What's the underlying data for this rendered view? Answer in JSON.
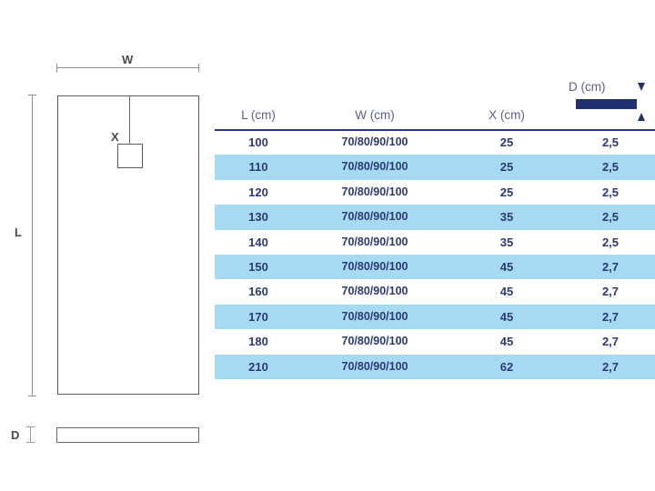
{
  "drawing": {
    "width_label": "W",
    "length_label": "L",
    "drain_label": "X",
    "depth_label": "D",
    "line_color": "#8d8d8d",
    "outline_color": "#5a5a5a"
  },
  "table": {
    "headers": {
      "l": "L (cm)",
      "w": "W (cm)",
      "x": "X (cm)",
      "d": "D (cm)"
    },
    "accent_color": "#2b3a77",
    "alt_row_color": "#a6daf2",
    "rows": [
      {
        "l": "100",
        "w": "70/80/90/100",
        "x": "25",
        "d": "2,5",
        "alt": false
      },
      {
        "l": "110",
        "w": "70/80/90/100",
        "x": "25",
        "d": "2,5",
        "alt": true
      },
      {
        "l": "120",
        "w": "70/80/90/100",
        "x": "25",
        "d": "2,5",
        "alt": false
      },
      {
        "l": "130",
        "w": "70/80/90/100",
        "x": "35",
        "d": "2,5",
        "alt": true
      },
      {
        "l": "140",
        "w": "70/80/90/100",
        "x": "35",
        "d": "2,5",
        "alt": false
      },
      {
        "l": "150",
        "w": "70/80/90/100",
        "x": "45",
        "d": "2,7",
        "alt": true
      },
      {
        "l": "160",
        "w": "70/80/90/100",
        "x": "45",
        "d": "2,7",
        "alt": false
      },
      {
        "l": "170",
        "w": "70/80/90/100",
        "x": "45",
        "d": "2,7",
        "alt": true
      },
      {
        "l": "180",
        "w": "70/80/90/100",
        "x": "45",
        "d": "2,7",
        "alt": false
      },
      {
        "l": "210",
        "w": "70/80/90/100",
        "x": "62",
        "d": "2,7",
        "alt": true
      }
    ]
  },
  "chart_data": {
    "type": "table",
    "title": "",
    "columns": [
      "L (cm)",
      "W (cm)",
      "X (cm)",
      "D (cm)"
    ],
    "rows": [
      [
        "100",
        "70/80/90/100",
        "25",
        "2,5"
      ],
      [
        "110",
        "70/80/90/100",
        "25",
        "2,5"
      ],
      [
        "120",
        "70/80/90/100",
        "25",
        "2,5"
      ],
      [
        "130",
        "70/80/90/100",
        "35",
        "2,5"
      ],
      [
        "140",
        "70/80/90/100",
        "35",
        "2,5"
      ],
      [
        "150",
        "70/80/90/100",
        "45",
        "2,7"
      ],
      [
        "160",
        "70/80/90/100",
        "45",
        "2,7"
      ],
      [
        "170",
        "70/80/90/100",
        "45",
        "2,7"
      ],
      [
        "180",
        "70/80/90/100",
        "45",
        "2,7"
      ],
      [
        "210",
        "70/80/90/100",
        "62",
        "2,7"
      ]
    ]
  }
}
